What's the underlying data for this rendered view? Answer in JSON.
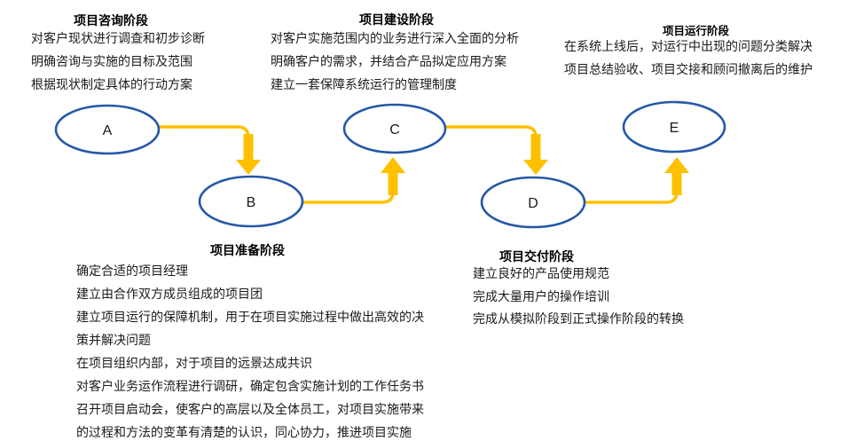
{
  "colors": {
    "node_stroke": "#2458A8",
    "node_fill": "#ffffff",
    "connector": "#FFC000",
    "text": "#1a1a1a"
  },
  "nodes": [
    {
      "label": "A"
    },
    {
      "label": "B"
    },
    {
      "label": "C"
    },
    {
      "label": "D"
    },
    {
      "label": "E"
    }
  ],
  "sections": {
    "consulting": {
      "title": "项目咨询阶段",
      "lines": [
        "对客户现状进行调查和初步诊断",
        "明确咨询与实施的目标及范围",
        "根据现状制定具体的行动方案"
      ]
    },
    "construction": {
      "title": "项目建设阶段",
      "lines": [
        "对客户实施范围内的业务进行深入全面的分析",
        "明确客户的需求，并结合产品拟定应用方案",
        "建立一套保障系统运行的管理制度"
      ]
    },
    "operation": {
      "title": "项目运行阶段",
      "lines": [
        "在系统上线后，对运行中出现的问题分类解决",
        "项目总结验收、项目交接和顾问撤离后的维护"
      ]
    },
    "preparation": {
      "title": "项目准备阶段",
      "lines": [
        "确定合适的项目经理",
        "建立由合作双方成员组成的项目团",
        "建立项目运行的保障机制，用于在项目实施过程中做出高效的决",
        "策并解决问题",
        "在项目组织内部，对于项目的远景达成共识",
        "对客户业务运作流程进行调研，确定包含实施计划的工作任务书",
        "召开项目启动会，使客户的高层以及全体员工，对项目实施带来",
        "的过程和方法的变革有清楚的认识，同心协力，推进项目实施"
      ]
    },
    "delivery": {
      "title": "项目交付阶段",
      "lines": [
        "建立良好的产品使用规范",
        "完成大量用户的操作培训",
        "完成从模拟阶段到正式操作阶段的转换"
      ]
    }
  }
}
